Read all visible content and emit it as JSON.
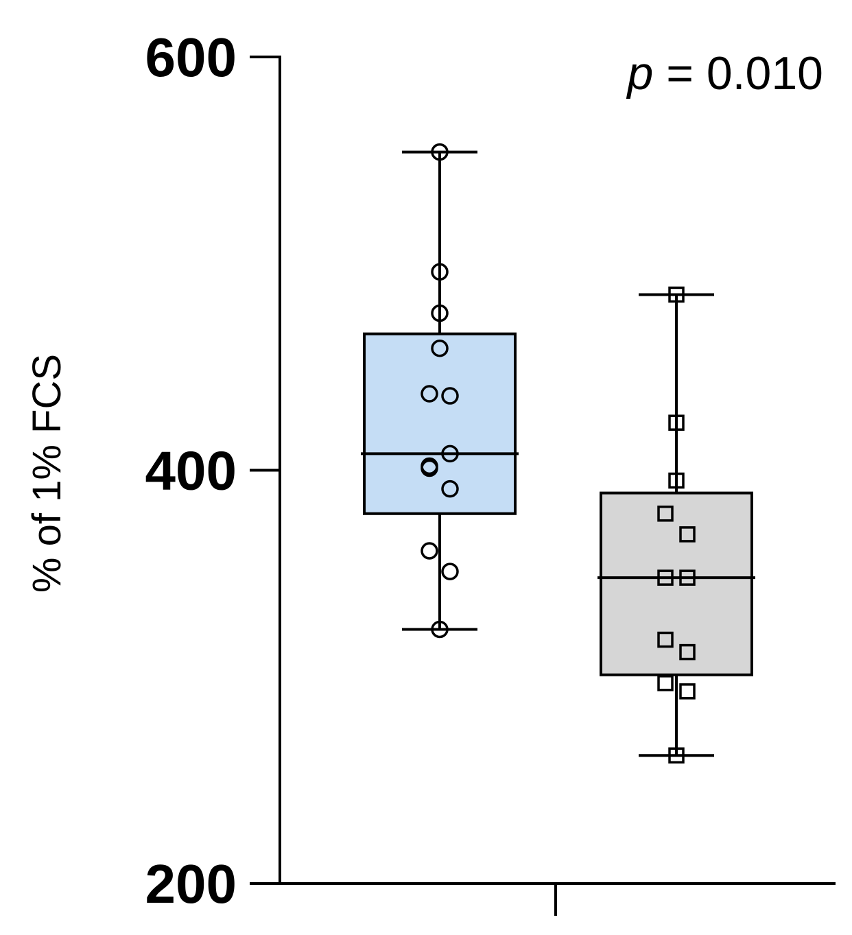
{
  "chart_data": {
    "type": "box",
    "ylabel": "% of 1% FCS",
    "ylim": [
      200,
      600
    ],
    "yticks": [
      200,
      400,
      600
    ],
    "annotation": {
      "symbol": "p",
      "text": " = 0.010"
    },
    "groups": [
      {
        "marker": "circle",
        "fill": "#c5ddf5",
        "whisker_low": 323,
        "q1": 379,
        "median": 408,
        "q3": 466,
        "whisker_high": 554,
        "points": [
          554,
          496,
          476,
          459,
          437,
          436,
          408,
          401,
          402,
          391,
          361,
          351,
          323
        ]
      },
      {
        "marker": "square",
        "fill": "#d6d6d6",
        "whisker_low": 262,
        "q1": 301,
        "median": 348,
        "q3": 389,
        "whisker_high": 485,
        "points": [
          485,
          423,
          395,
          379,
          369,
          348,
          348,
          318,
          312,
          297,
          293,
          262
        ]
      }
    ]
  }
}
